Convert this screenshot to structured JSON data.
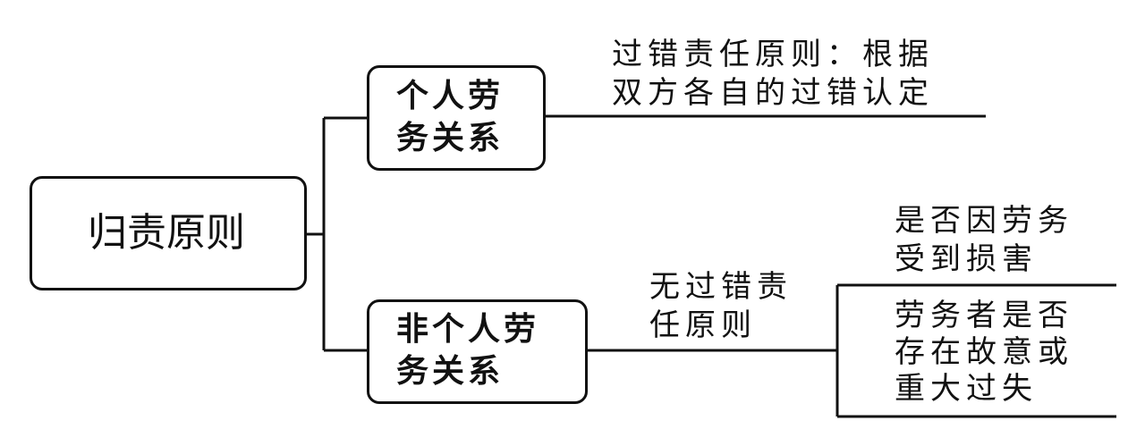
{
  "diagram": {
    "root": {
      "label": "归责原则"
    },
    "branches": [
      {
        "label": "个人劳\n务关系",
        "note": "过错责任原则：根据\n双方各自的过错认定"
      },
      {
        "label": "非个人劳\n务关系",
        "note": "无过错责\n任原则",
        "conditions": [
          "是否因劳务\n受到损害",
          "劳务者是否\n存在故意或\n重大过失"
        ]
      }
    ]
  },
  "colors": {
    "line": "#111111",
    "background": "#ffffff"
  }
}
